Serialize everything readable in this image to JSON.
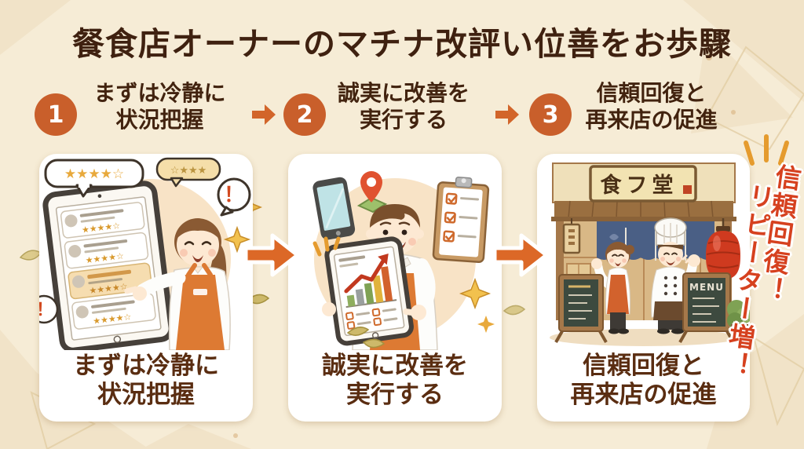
{
  "title": "餐食店オーナーのマチナ改評い位善をお歩驟",
  "steps": [
    {
      "number": "1",
      "line1": "まずは冷静に",
      "line2": "状況把握"
    },
    {
      "number": "2",
      "line1": "誠実に改善を",
      "line2": "実行する"
    },
    {
      "number": "3",
      "line1": "信頼回復と",
      "line2": "再来店の促進"
    }
  ],
  "side_banner": {
    "line1": "信頼回復！",
    "line2": "リピーター増！"
  },
  "illustrations": {
    "panel1": {
      "bubble1_stars": "★★★★☆",
      "bubble2_stars": "☆★★★",
      "row_stars": "★★★★☆",
      "exclamation": "！"
    },
    "panel3": {
      "sign_text": "食フ堂",
      "menu_text": "MENU"
    }
  },
  "colors": {
    "background": "#f6ecd6",
    "title_brown": "#3f2110",
    "caption_brown": "#5a2d11",
    "number_circle_orange": "#c95f2b",
    "arrow_orange": "#dc6827",
    "banner_red": "#d6411f",
    "apron_orange": "#dd7a33"
  }
}
